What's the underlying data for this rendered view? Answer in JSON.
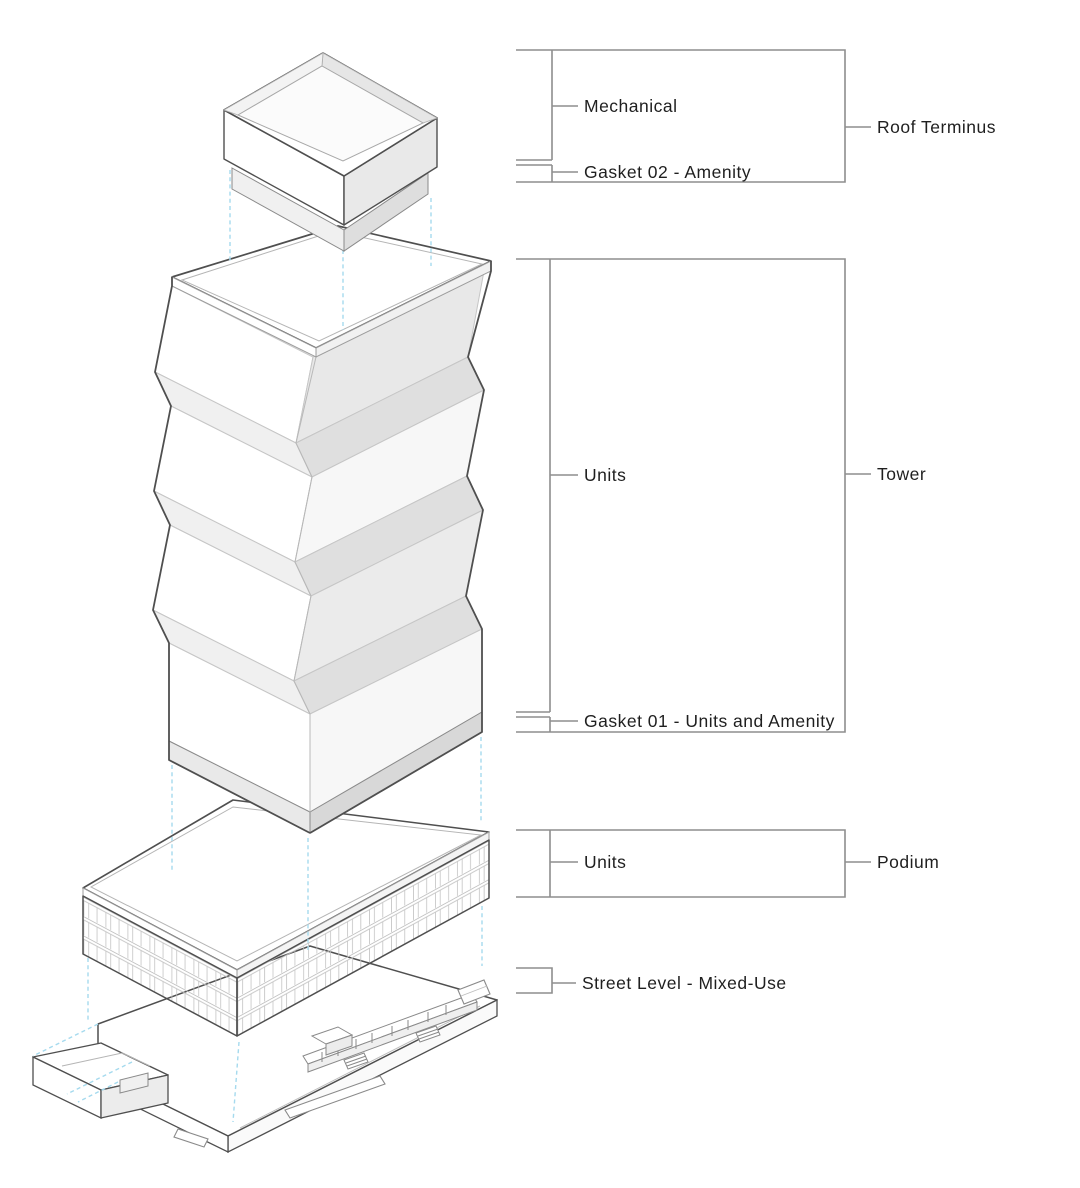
{
  "page": {
    "background": "#ffffff"
  },
  "palette": {
    "outline": "#4f4f4f",
    "fold_line": "#c6c6c6",
    "detail_line": "#b5b5b5",
    "annotation_line": "#8e8e8e",
    "label_text": "#1f1f1f",
    "guide_dash": "#a5daee",
    "face_white": "#ffffff",
    "face_light": "#f0f0f0",
    "face_mid": "#e8e8e8",
    "face_dark": "#dcdcdc"
  },
  "annotations": {
    "roof": {
      "section": "Roof Terminus",
      "floor_label": "Mechanical",
      "gasket_label": "Gasket 02 - Amenity"
    },
    "tower": {
      "section": "Tower",
      "floor_label": "Units",
      "gasket_label": "Gasket 01 - Units and Amenity"
    },
    "podium": {
      "section": "Podium",
      "floor_label": "Units"
    },
    "street": {
      "label": "Street Level - Mixed-Use"
    }
  }
}
